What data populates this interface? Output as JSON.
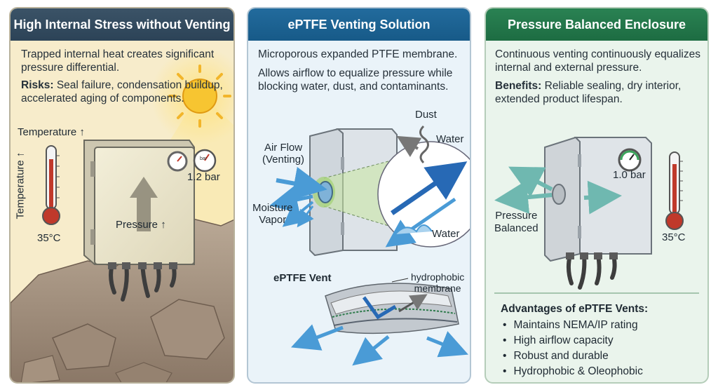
{
  "panel1": {
    "title": "High Internal Stress without Venting",
    "desc": "Trapped internal heat creates significant pressure differential.",
    "risks_label": "Risks:",
    "risks_text": " Seal failure, condensation buildup, accelerated aging of components.",
    "temp_label_h": "Temperature ↑",
    "temp_label_v": "Temperature ↑",
    "temp_value": "35°C",
    "pressure_label": "Pressure ↑",
    "gauge_unit": "bar",
    "gauge_value": "1.2 bar"
  },
  "panel2": {
    "title": "ePTFE Venting Solution",
    "desc1": "Microporous expanded PTFE membrane.",
    "desc2": "Allows airflow to equalize pressure while blocking water, dust, and contaminants.",
    "dust": "Dust",
    "water_top": "Water",
    "airflow_1": "Air Flow",
    "airflow_2": "(Venting)",
    "moisture_1": "Moisture",
    "moisture_2": "Vapor",
    "water_bottom": "Water",
    "vent_label": "ePTFE Vent",
    "membrane_1": "hydrophobic",
    "membrane_2": "membrane"
  },
  "panel3": {
    "title": "Pressure Balanced Enclosure",
    "desc": "Continuous venting continuously equalizes internal and external pressure.",
    "benefits_label": "Benefits:",
    "benefits_text": " Reliable sealing, dry interior, extended product lifespan.",
    "gauge_value": "1.0 bar",
    "balanced_1": "Pressure",
    "balanced_2": "Balanced",
    "temp_value": "35°C",
    "adv_title": "Advantages of ePTFE Vents:",
    "advantages": [
      "Maintains NEMA/IP rating",
      "High airflow capacity",
      "Robust and durable",
      "Hydrophobic & Oleophobic"
    ]
  },
  "colors": {
    "header1": "#2c4357",
    "header2": "#175a88",
    "header3": "#1d6c42",
    "arrow_blue": "#4a9bd6",
    "thermo_red": "#c0392b"
  }
}
